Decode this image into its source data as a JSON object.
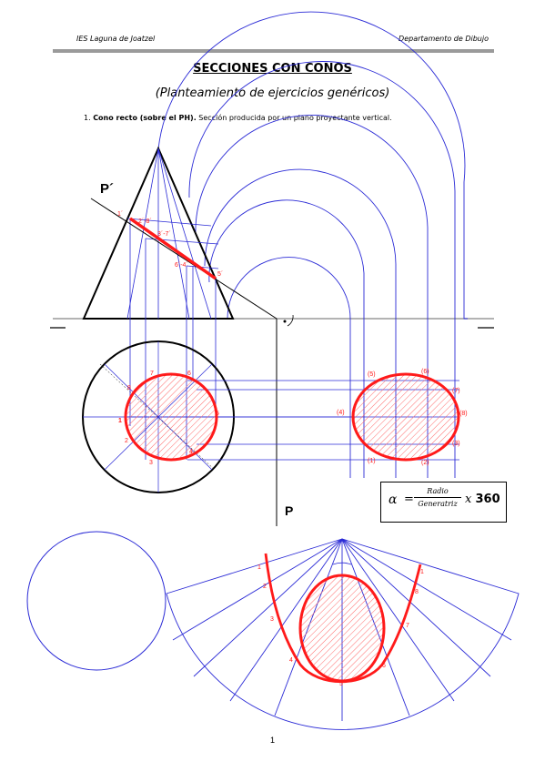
{
  "header": {
    "left": "IES Laguna de Joatzel",
    "right": "Departamento de Dibujo"
  },
  "title": "SECCIONES CON CONOS",
  "subtitle": "(Planteamiento de ejercicios genéricos)",
  "exercise": {
    "number": "1.",
    "bold_text": "Cono recto (sobre el PH).",
    "text": " Sección producida por un plano proyectante vertical."
  },
  "plane_labels": {
    "p_prime": "P´",
    "p": "P"
  },
  "formula": {
    "alpha": "α",
    "equals": "=",
    "numerator": "Radio",
    "denominator": "Generatriz",
    "times": "x",
    "value": "360"
  },
  "point_labels": {
    "elevation": [
      "1´",
      "2´-8´",
      "3´-7´",
      "6´-4´",
      "5´"
    ],
    "plan": [
      "1",
      "2",
      "3",
      "4",
      "5",
      "6",
      "7",
      "8"
    ],
    "true_shape": [
      "(5)",
      "(6)",
      "(7)",
      "(4)",
      "(8)",
      "(3)",
      "(2)",
      "(1)"
    ],
    "development": [
      "1",
      "2",
      "3",
      "4",
      "5",
      "6",
      "7",
      "8",
      "1"
    ]
  },
  "colors": {
    "construction": "#2b2bd6",
    "section": "#ff1a1a",
    "outline": "#000000",
    "hatch": "#ff6b6b"
  },
  "page_number": "1"
}
